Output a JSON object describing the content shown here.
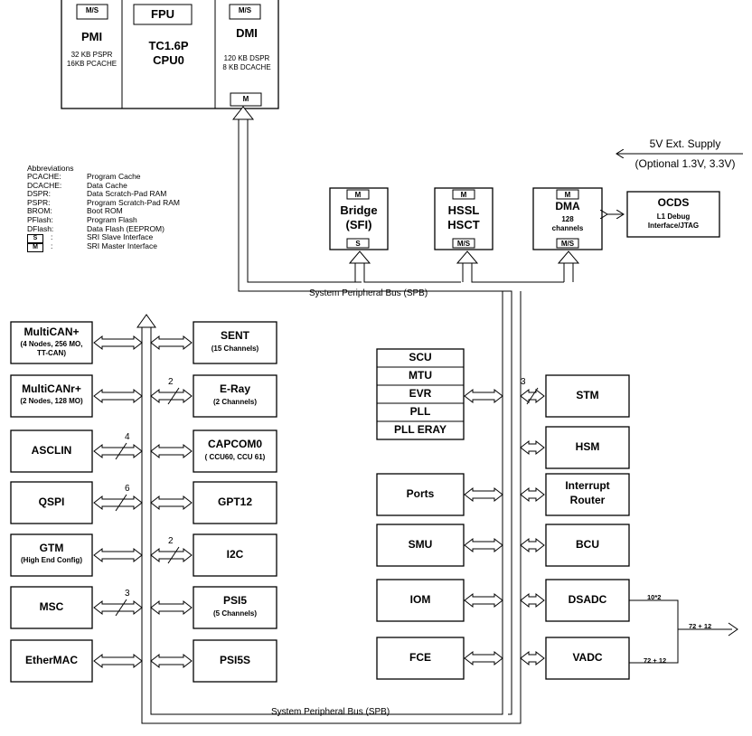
{
  "cpu": {
    "pmi": {
      "tag": "M/S",
      "title": "PMI",
      "line1": "32 KB PSPR",
      "line2": "16KB PCACHE"
    },
    "core": {
      "fpu": "FPU",
      "name1": "TC1.6P",
      "name2": "CPU0"
    },
    "dmi": {
      "tag": "M/S",
      "title": "DMI",
      "line1": "120 KB DSPR",
      "line2": "8 KB DCACHE",
      "port": "M"
    }
  },
  "abbreviations": {
    "title": "Abbreviations",
    "items": [
      {
        "key": "PCACHE:",
        "value": "Program Cache"
      },
      {
        "key": "DCACHE:",
        "value": "Data Cache"
      },
      {
        "key": "DSPR:",
        "value": "Data Scratch-Pad RAM"
      },
      {
        "key": "PSPR:",
        "value": "Program Scratch-Pad RAM"
      },
      {
        "key": "BROM:",
        "value": "Boot ROM"
      },
      {
        "key": "PFlash:",
        "value": "Program Flash"
      },
      {
        "key": "DFlash:",
        "value": "Data Flash (EEPROM)"
      },
      {
        "key": ":",
        "value": "SRI Slave Interface",
        "box": "S"
      },
      {
        "key": ":",
        "value": "SRI Master Interface",
        "box": "M"
      }
    ]
  },
  "supply": {
    "line1": "5V Ext. Supply",
    "line2": "(Optional 1.3V, 3.3V)"
  },
  "top_modules": {
    "bridge": {
      "tag_top": "M",
      "title1": "Bridge",
      "title2": "(SFI)",
      "tag_bottom": "S"
    },
    "hssl": {
      "tag_top": "M",
      "title1": "HSSL",
      "title2": "HSCT",
      "tag_bottom": "M/S"
    },
    "dma": {
      "tag_top": "M",
      "title1": "DMA",
      "sub1": "128",
      "sub2": "channels",
      "tag_bottom": "M/S"
    },
    "ocds": {
      "title": "OCDS",
      "sub1": "L1 Debug",
      "sub2": "Interface/JTAG"
    }
  },
  "bus_label": "System Peripheral Bus (SPB)",
  "left_col": [
    {
      "title": "MultiCAN+",
      "sub1": "(4 Nodes, 256 MO,",
      "sub2": "TT-CAN)"
    },
    {
      "title": "MultiCANr+",
      "sub1": "(2 Nodes, 128 MO)"
    },
    {
      "title": "ASCLIN",
      "width": "4"
    },
    {
      "title": "QSPI",
      "width": "6"
    },
    {
      "title": "GTM",
      "sub1": "(High End Config)"
    },
    {
      "title": "MSC",
      "width": "3"
    },
    {
      "title": "EtherMAC"
    }
  ],
  "mid_col": [
    {
      "title": "SENT",
      "sub1": "(15 Channels)"
    },
    {
      "title": "E-Ray",
      "sub1": "(2 Channels)",
      "width": "2"
    },
    {
      "title": "CAPCOM0",
      "sub1": "( CCU60, CCU 61)"
    },
    {
      "title": "GPT12"
    },
    {
      "title": "I2C",
      "width": "2"
    },
    {
      "title": "PSI5",
      "sub1": "(5 Channels)"
    },
    {
      "title": "PSI5S"
    }
  ],
  "stack": [
    "SCU",
    "MTU",
    "EVR",
    "PLL",
    "PLL ERAY"
  ],
  "right_left_col": [
    "Ports",
    "SMU",
    "IOM",
    "FCE"
  ],
  "right_col": [
    {
      "title": "STM",
      "width": "3"
    },
    {
      "title": "HSM"
    },
    {
      "title": "Interrupt",
      "title2": "Router"
    },
    {
      "title": "BCU"
    },
    {
      "title": "DSADC",
      "pins": "10*2"
    },
    {
      "title": "VADC",
      "pins": "72 + 12"
    }
  ],
  "adc_output": "72 + 12"
}
